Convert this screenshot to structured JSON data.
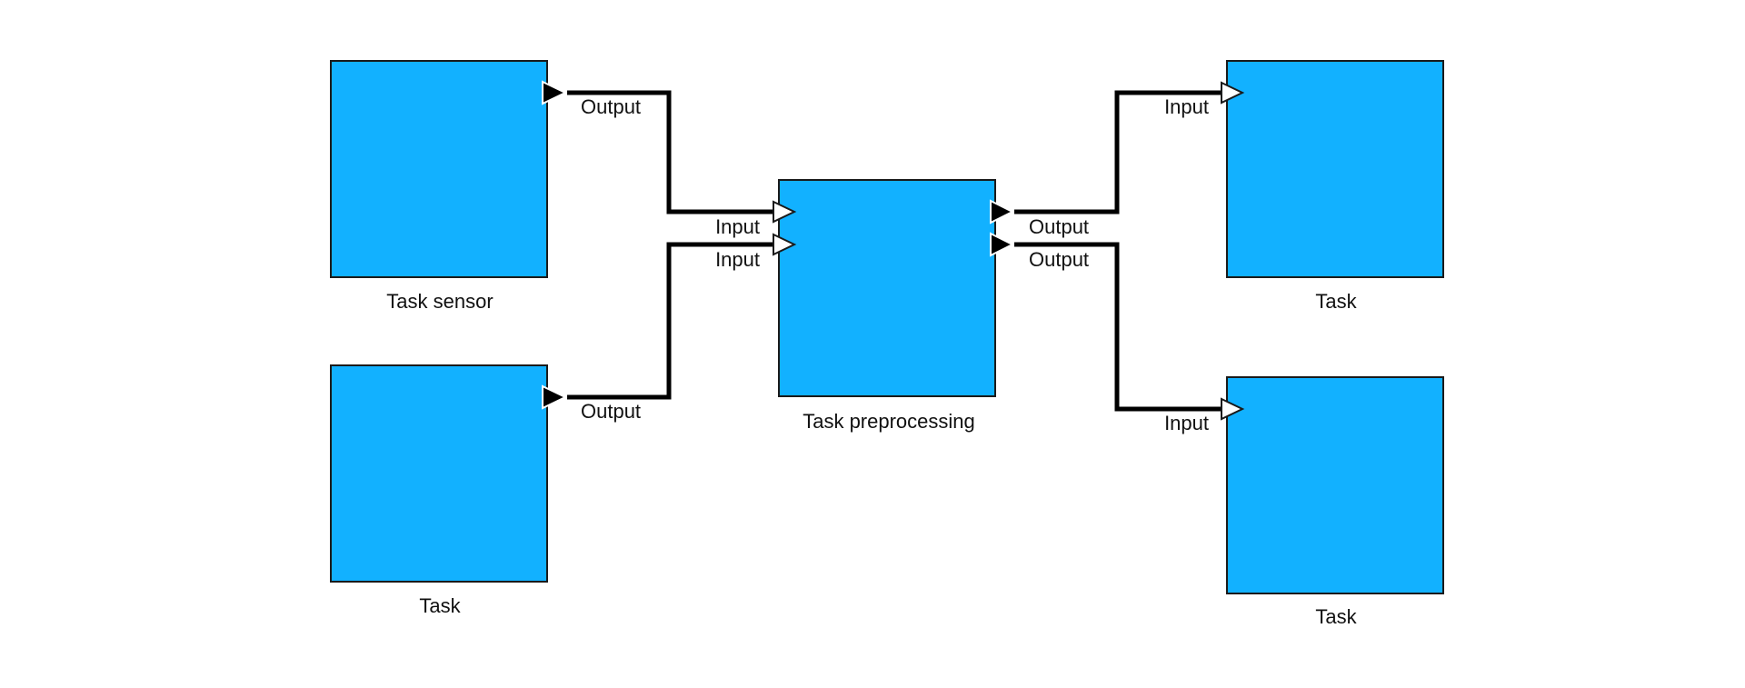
{
  "colors": {
    "task_fill": "#12b1ff",
    "background": "#ffffff",
    "wire": "#000000"
  },
  "tasks": {
    "sensor": {
      "label": "Task sensor",
      "output_label": "Output"
    },
    "source": {
      "label": "Task",
      "output_label": "Output"
    },
    "preprocessing": {
      "label": "Task preprocessing",
      "input_labels": [
        "Input",
        "Input"
      ],
      "output_labels": [
        "Output",
        "Output"
      ]
    },
    "sink_top": {
      "label": "Task",
      "input_label": "Input"
    },
    "sink_bottom": {
      "label": "Task",
      "input_label": "Input"
    }
  }
}
